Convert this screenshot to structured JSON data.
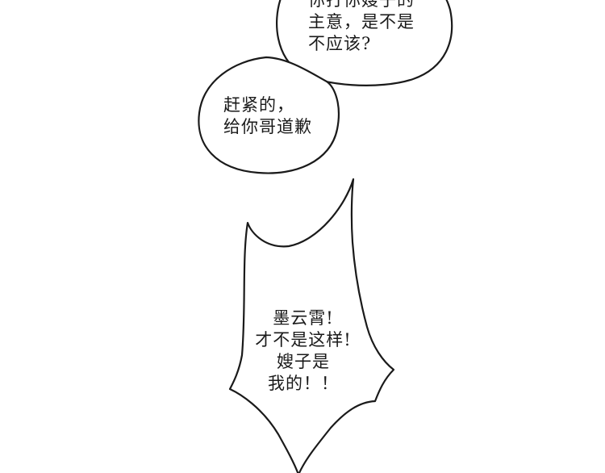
{
  "bubble_top": {
    "lines": [
      "你打你嫂子的",
      "主意，是不是",
      "不应该?"
    ]
  },
  "bubble_middle": {
    "lines": [
      "赶紧的，",
      "给你哥道歉"
    ]
  },
  "bubble_burst": {
    "lines": [
      "墨云霄!",
      "才不是这样!",
      "嫂子是",
      "我的！！"
    ]
  },
  "colors": {
    "background": "#ffffff",
    "outline": "#1a1a1a",
    "text": "#1a1a1a"
  }
}
